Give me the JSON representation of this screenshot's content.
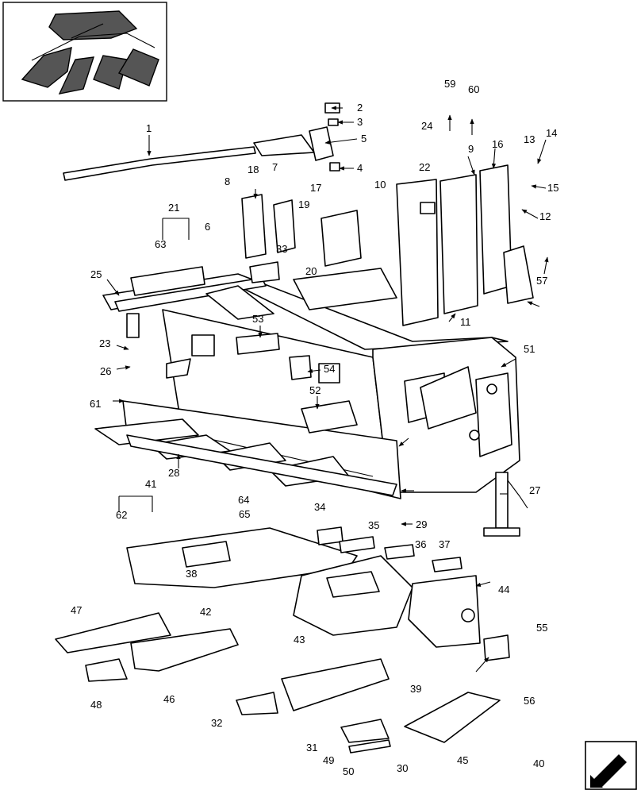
{
  "callouts": [
    "1",
    "2",
    "3",
    "4",
    "5",
    "6",
    "7",
    "8",
    "9",
    "10",
    "11",
    "12",
    "13",
    "14",
    "15",
    "16",
    "17",
    "18",
    "19",
    "20",
    "21",
    "22",
    "23",
    "24",
    "25",
    "26",
    "27",
    "28",
    "29",
    "30",
    "31",
    "32",
    "33",
    "34",
    "35",
    "36",
    "37",
    "38",
    "39",
    "40",
    "41",
    "42",
    "43",
    "44",
    "45",
    "46",
    "47",
    "48",
    "49",
    "50",
    "51",
    "52",
    "53",
    "54",
    "55",
    "56",
    "57",
    "59",
    "60",
    "61",
    "62",
    "63",
    "64",
    "65"
  ],
  "icons": {
    "thumbnail": "header-assembly-thumbnail-icon",
    "next_page": "next-page-arrow-icon"
  }
}
